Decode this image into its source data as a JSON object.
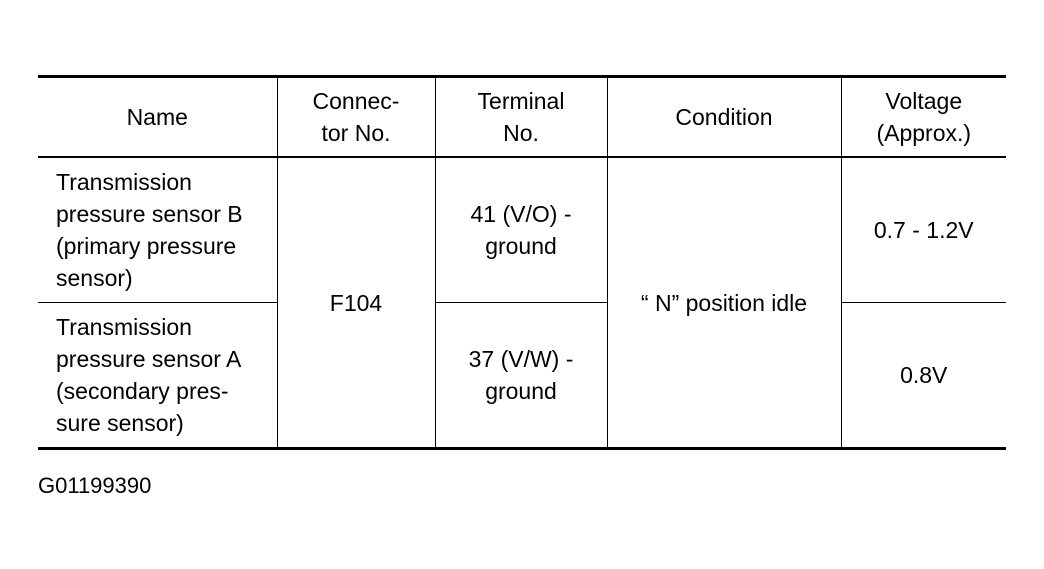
{
  "table": {
    "headers": {
      "name": "Name",
      "connector": "Connec-\ntor No.",
      "terminal": "Terminal\nNo.",
      "condition": "Condition",
      "voltage": "Voltage\n(Approx.)"
    },
    "rows": [
      {
        "name": "Transmission\npressure sensor B\n(primary pressure\nsensor)",
        "terminal": "41 (V/O) -\nground",
        "voltage": "0.7 - 1.2V"
      },
      {
        "name": "Transmission\npressure sensor A\n(secondary pres-\nsure sensor)",
        "terminal": "37 (V/W) -\nground",
        "voltage": "0.8V"
      }
    ],
    "shared": {
      "connector": "F104",
      "condition": "“ N” position idle"
    }
  },
  "figure_id": "G01199390"
}
